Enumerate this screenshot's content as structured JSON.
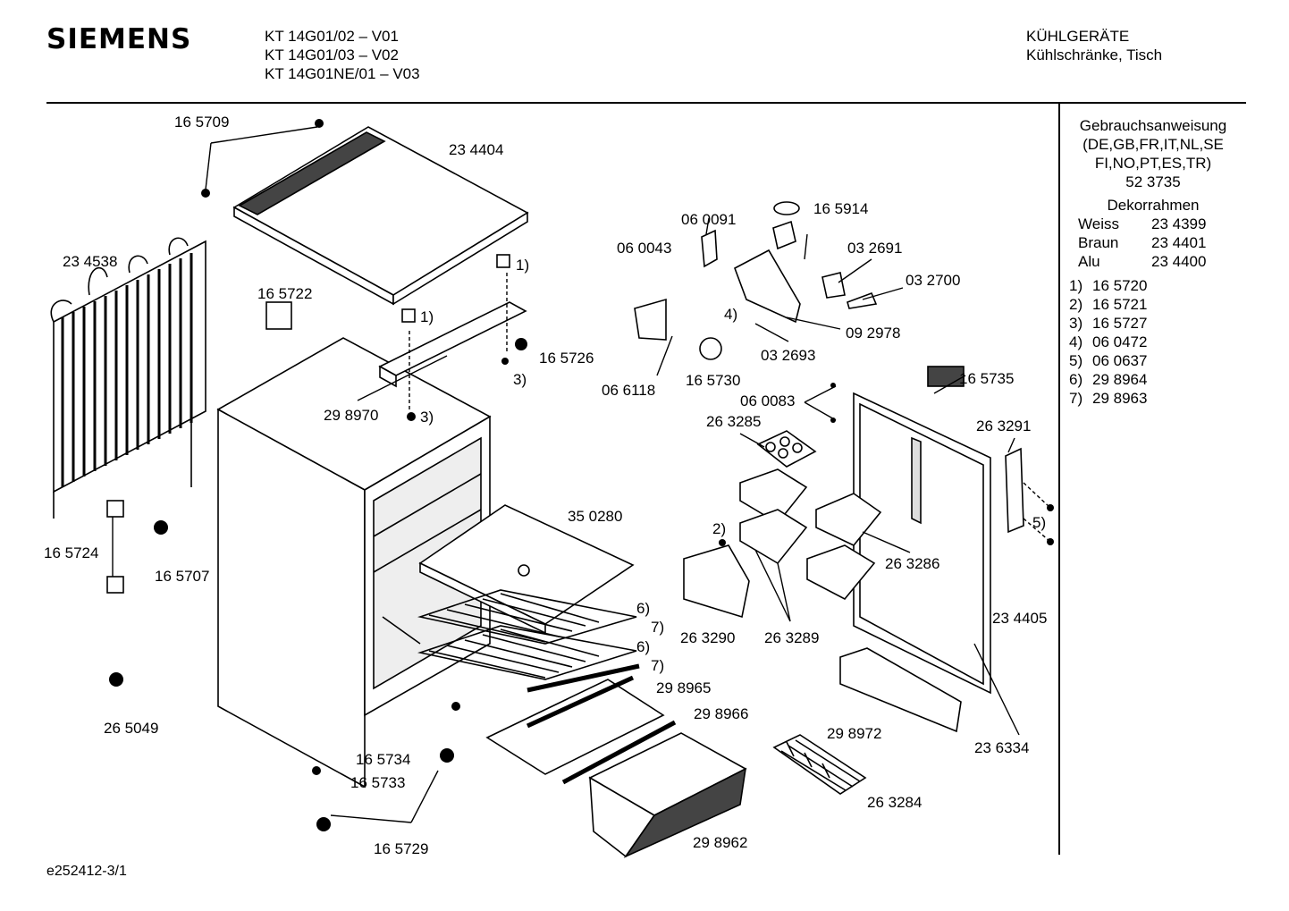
{
  "header": {
    "brand": "SIEMENS",
    "models": [
      "KT 14G01/02 – V01",
      "KT 14G01/03 – V02",
      "KT 14G01NE/01 – V03"
    ],
    "category_line1": "KÜHLGERÄTE",
    "category_line2": "Kühlschränke, Tisch"
  },
  "sidebar": {
    "manual_title": "Gebrauchsanweisung",
    "manual_langs1": "(DE,GB,FR,IT,NL,SE",
    "manual_langs2": "FI,NO,PT,ES,TR)",
    "manual_number": "52 3735",
    "frame_title": "Dekorrahmen",
    "frames": [
      {
        "name": "Weiss",
        "number": "23 4399"
      },
      {
        "name": "Braun",
        "number": "23 4401"
      },
      {
        "name": "Alu",
        "number": "23 4400"
      }
    ],
    "notes": [
      {
        "ref": "1)",
        "number": "16 5720"
      },
      {
        "ref": "2)",
        "number": "16 5721"
      },
      {
        "ref": "3)",
        "number": "16 5727"
      },
      {
        "ref": "4)",
        "number": "06 0472"
      },
      {
        "ref": "5)",
        "number": "06 0637"
      },
      {
        "ref": "6)",
        "number": "29 8964"
      },
      {
        "ref": "7)",
        "number": "29 8963"
      }
    ]
  },
  "labels": {
    "p165709": "16 5709",
    "p234404": "23 4404",
    "p234538": "23 4538",
    "p165722": "16 5722",
    "p165726": "16 5726",
    "p298970": "29 8970",
    "p350280": "35 0280",
    "p165724": "16 5724",
    "p165707": "16 5707",
    "p265049": "26 5049",
    "p165734": "16 5734",
    "p165733": "16 5733",
    "p165729": "16 5729",
    "p298965": "29 8965",
    "p298966": "29 8966",
    "p298962": "29 8962",
    "p060091": "06 0091",
    "p060043": "06 0043",
    "p165914": "16 5914",
    "p032691": "03 2691",
    "p032700": "03 2700",
    "p092978": "09 2978",
    "p032693": "03 2693",
    "p066118": "06 6118",
    "p165730": "16 5730",
    "p165735": "16 5735",
    "p060083": "06 0083",
    "p263285": "26 3285",
    "p263291": "26 3291",
    "p263286": "26 3286",
    "p263290": "26 3290",
    "p263289": "26 3289",
    "p234405": "23 4405",
    "p298972": "29 8972",
    "p236334": "23 6334",
    "p263284": "26 3284",
    "r1a": "1)",
    "r1b": "1)",
    "r3a": "3)",
    "r3b": "3)",
    "r4": "4)",
    "r2": "2)",
    "r5": "5)",
    "r6a": "6)",
    "r7a": "7)",
    "r6b": "6)",
    "r7b": "7)"
  },
  "footer": {
    "code": "e252412-3/1"
  }
}
